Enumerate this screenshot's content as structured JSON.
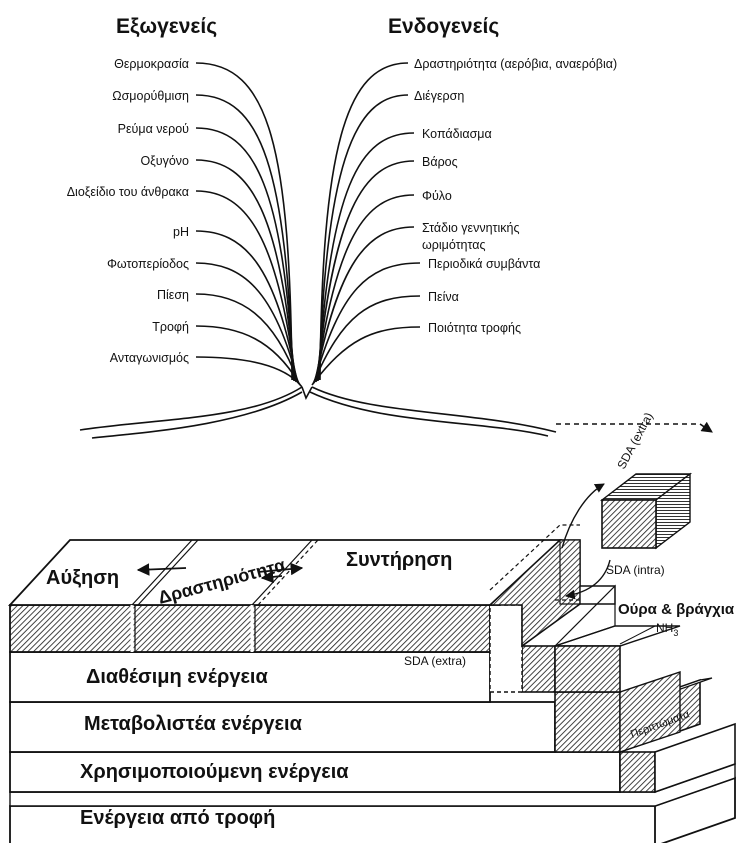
{
  "headers": {
    "exogenous": "Εξωγενείς",
    "endogenous": "Ενδογενείς"
  },
  "exogenous_factors": [
    "Θερμοκρασία",
    "Ωσμορύθμιση",
    "Ρεύμα νερού",
    "Οξυγόνο",
    "Διοξείδιο του άνθρακα",
    "pH",
    "Φωτοπερίοδος",
    "Πίεση",
    "Τροφή",
    "Ανταγωνισμός"
  ],
  "endogenous_factors": [
    "Δραστηριότητα (αερόβια, αναερόβια)",
    "Διέγερση",
    "Κοπάδιασμα",
    "Βάρος",
    "Φύλο",
    "Στάδιο γεννητικής",
    "ωριμότητας",
    "Περιοδικά συμβάντα",
    "Πείνα",
    "Ποιότητα τροφής"
  ],
  "energy_layers": [
    "Ενέργεια από τροφή",
    "Χρησιμοποιούμενη ενέργεια",
    "Μεταβολιστέα ενέργεια",
    "Διαθέσιμη ενέργεια"
  ],
  "top_labels": {
    "growth": "Αύξηση",
    "activity": "Δραστηριότητα",
    "maintenance": "Συντήρηση"
  },
  "side_labels": {
    "sda_extra_box": "SDA (extra)",
    "sda_intra": "SDA (intra)",
    "sda_extra": "SDA (extra)",
    "tail_gills": "Ούρα & βράγχια",
    "nh3": "NH",
    "nh3_sub": "3",
    "feces": "Περιττώματα"
  }
}
